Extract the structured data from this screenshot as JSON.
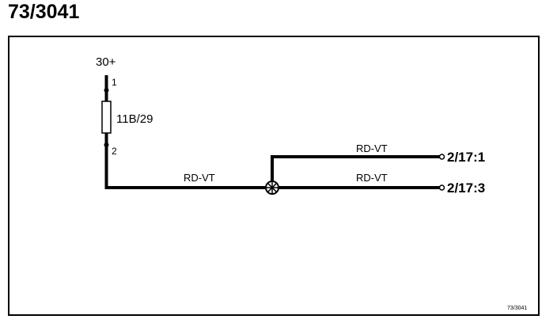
{
  "page_title": "73/3041",
  "supply": {
    "label": "30+"
  },
  "fuse": {
    "label": "11B/29",
    "pin_top": "1",
    "pin_bottom": "2"
  },
  "wires": [
    {
      "color_code": "RD-VT"
    },
    {
      "color_code": "RD-VT"
    },
    {
      "color_code": "RD-VT"
    }
  ],
  "connectors": [
    {
      "label": "2/17:1"
    },
    {
      "label": "2/17:3"
    }
  ],
  "drawing_id": "73/3041"
}
